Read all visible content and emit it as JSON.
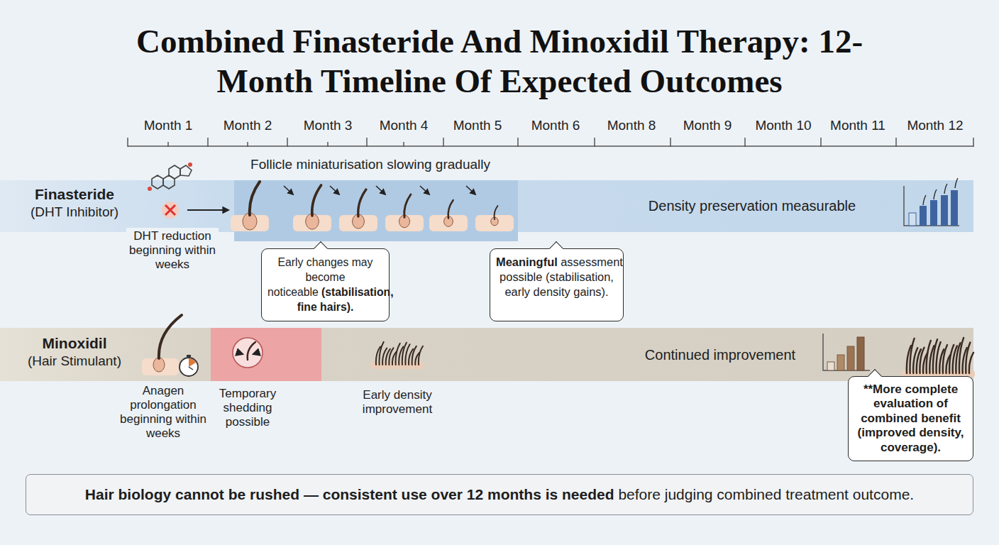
{
  "diagram": {
    "title": "Combined Finasteride And Minoxidil Therapy: 12-Month Timeline Of Expected Outcomes",
    "nodes": [
      {
        "text": [
          "Finasteride",
          "(DHT Inhibitor)",
          "Density preservation measurable"
        ]
      },
      {
        "text": [
          "DHT reduction beginning within weeks"
        ]
      },
      {
        "text": [
          "Early changes may become noticeable",
          "(stabilisation, fine hairs)."
        ]
      },
      {
        "text": [
          "Meaningful",
          "assessment possible (stabilisation, early density gains)."
        ]
      },
      {
        "text": [
          "Minoxidil",
          "(Hair Stimulant)",
          "Continued improvement"
        ]
      },
      {
        "text": [
          "**More complete evaluation of combined benefit (improved density, coverage)."
        ]
      },
      {
        "text": [
          "Hair biology cannot be rushed — consistent use over 12 months is needed",
          "before judging combined treatment outcome."
        ]
      }
    ],
    "labels": [
      "Month 1",
      "Month 2",
      "Month 3",
      "Month 4",
      "Month 5",
      "Month 6",
      "Month 8",
      "Month 9",
      "Month 10",
      "Month 11",
      "Month 12",
      "Follicle miniaturisation slowing gradually",
      "Anagen prolongation beginning within weeks",
      "Temporary shedding possible",
      "Early density improvement"
    ]
  }
}
